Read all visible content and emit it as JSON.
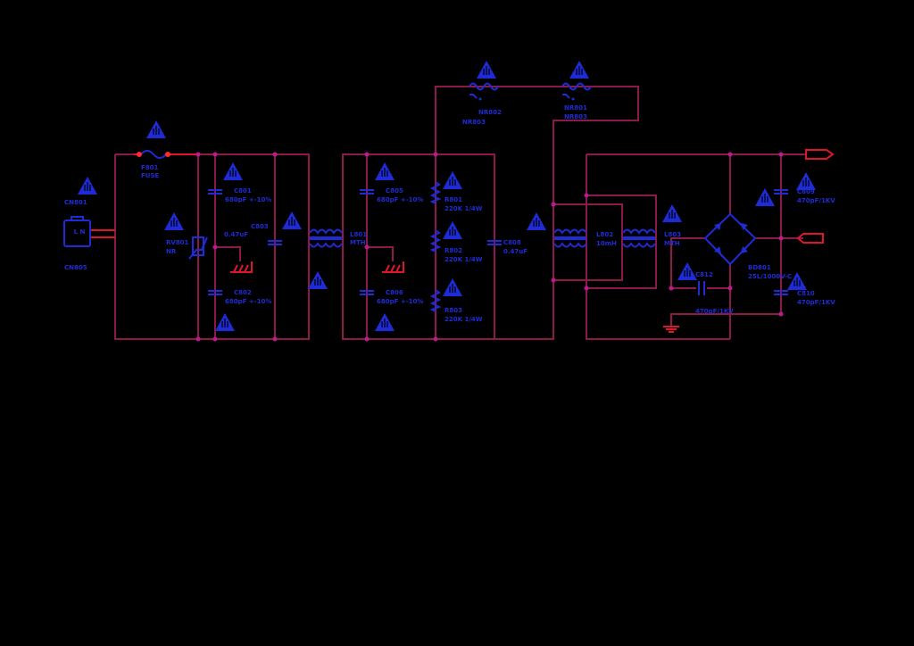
{
  "schematic": {
    "colors": {
      "wire": "#8b1a4a",
      "component": "#1f2bd6",
      "hot_wire": "#e0142a",
      "node": "#c0188f",
      "background": "#000000"
    },
    "labels": {
      "cn801": "CN801",
      "conn_text": "L N",
      "cn805": "CN805",
      "f801": "F801",
      "fuse": "FUSE",
      "rv801": "RV801",
      "rv801_val": "NR",
      "c801": "C801",
      "c801_val": "680pF +-10%",
      "c802": "C802",
      "c802_val": "680pF +-10%",
      "cx": "0.47uF",
      "c803": "C803",
      "l801": "L801",
      "l801_val": "MTH",
      "c805": "C805",
      "c805_val": "680pF +-10%",
      "c806": "C806",
      "c806_val": "680pF +-10%",
      "r801": "R801",
      "r801_val": "220K 1/4W",
      "r802": "R802",
      "r802_val": "220K 1/4W",
      "r803": "R803",
      "r803_val": "220K 1/4W",
      "c808": "C808",
      "c808_val": "0.47uF",
      "th1_a": "NR802",
      "th1_b": "NR803",
      "th2_a": "NR801",
      "th2_b": "NR803",
      "l802": "L802",
      "l802_val": "10mH",
      "l803": "L803",
      "l803_val": "MTH",
      "c812": "C812",
      "c812_val": "470pF/1KV",
      "bd801": "BD801",
      "bd801_val": "25L/1000V-C",
      "c809": "C809",
      "c809_val": "470pF/1KV",
      "c810": "C810",
      "c810_val": "470pF/1KV"
    },
    "icons": {
      "warning": "warning-triangle-icon",
      "ground": "ground-icon",
      "port": "port-arrow-icon"
    }
  }
}
